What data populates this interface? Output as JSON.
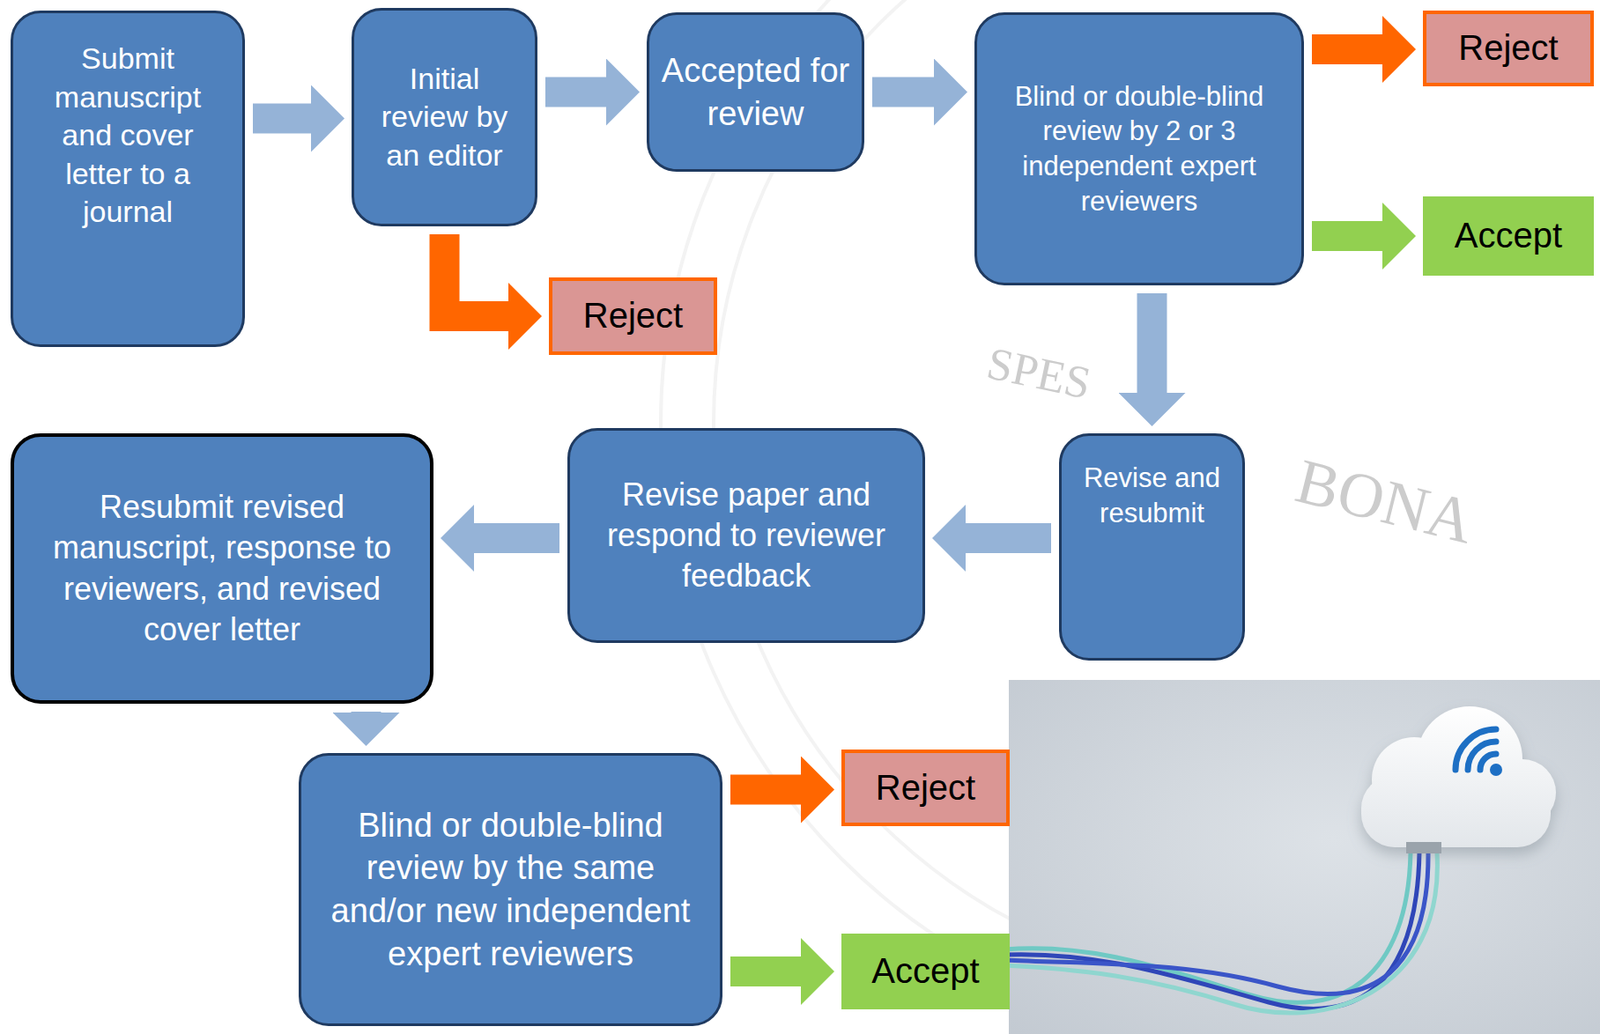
{
  "diagram": {
    "nodes": [
      {
        "text": [
          "Submit manuscript and cover letter to a journal"
        ]
      },
      {
        "text": [
          "Initial review by an editor"
        ]
      },
      {
        "text": [
          "Accepted for review"
        ]
      },
      {
        "text": [
          "Blind or double-blind review by 2 or 3 independent expert reviewers"
        ]
      },
      {
        "text": [
          "Reject"
        ]
      },
      {
        "text": [
          "Accept"
        ]
      },
      {
        "text": [
          "Reject"
        ]
      },
      {
        "text": [
          "Revise and resubmit"
        ]
      },
      {
        "text": [
          "Revise paper and respond to reviewer feedback"
        ]
      },
      {
        "text": [
          "Resubmit revised manuscript, response to reviewers, and revised cover letter"
        ]
      },
      {
        "text": [
          "Blind or double-blind review by the same and/or new independent expert reviewers"
        ]
      },
      {
        "text": [
          "Reject"
        ]
      },
      {
        "text": [
          "Accept"
        ]
      }
    ],
    "edges": [
      {
        "from": 0,
        "to": 1,
        "arrow": "to"
      },
      {
        "from": 1,
        "to": 2,
        "arrow": "to"
      },
      {
        "from": 2,
        "to": 3,
        "arrow": "to"
      },
      {
        "from": 1,
        "to": 6,
        "arrow": "to"
      },
      {
        "from": 3,
        "to": 4,
        "arrow": "to"
      },
      {
        "from": 3,
        "to": 5,
        "arrow": "to"
      },
      {
        "from": 3,
        "to": 7,
        "arrow": "to"
      },
      {
        "from": 7,
        "to": 8,
        "arrow": "to"
      },
      {
        "from": 8,
        "to": 9,
        "arrow": "to"
      },
      {
        "from": 9,
        "to": 10,
        "arrow": "to"
      },
      {
        "from": 10,
        "to": 11,
        "arrow": "to"
      },
      {
        "from": 10,
        "to": 12,
        "arrow": "to"
      }
    ],
    "labels": [
      "SPES",
      "BONA"
    ]
  }
}
